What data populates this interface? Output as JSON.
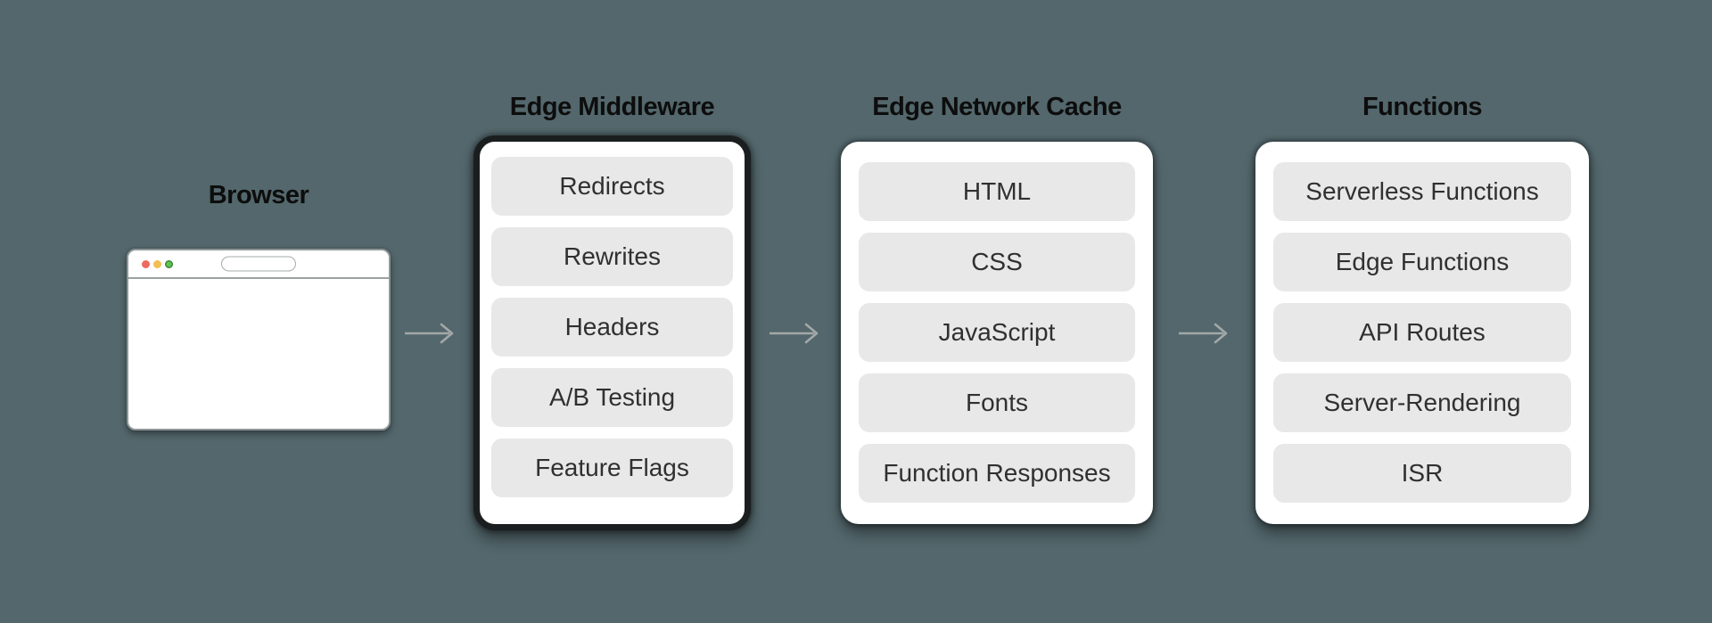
{
  "browser": {
    "label": "Browser",
    "traffic_lights": [
      {
        "name": "close",
        "color": "#ee6a5f"
      },
      {
        "name": "minimize",
        "color": "#f4bf50"
      },
      {
        "name": "zoom",
        "color": "#5fc454"
      }
    ]
  },
  "columns": [
    {
      "title": "Edge Middleware",
      "items": [
        "Redirects",
        "Rewrites",
        "Headers",
        "A/B Testing",
        "Feature Flags"
      ]
    },
    {
      "title": "Edge Network Cache",
      "items": [
        "HTML",
        "CSS",
        "JavaScript",
        "Fonts",
        "Function Responses"
      ]
    },
    {
      "title": "Functions",
      "items": [
        "Serverless Functions",
        "Edge Functions",
        "API Routes",
        "Server-Rendering",
        "ISR"
      ]
    }
  ],
  "colors": {
    "background": "#53676c",
    "panel_background": "#ffffff",
    "panel_border": "#1b1e1e",
    "item_background": "#e8e8e8",
    "item_text": "#303030",
    "title_text": "#0d0d0d",
    "arrow": "#a3a8a8",
    "browser_border": "#8f9798"
  }
}
